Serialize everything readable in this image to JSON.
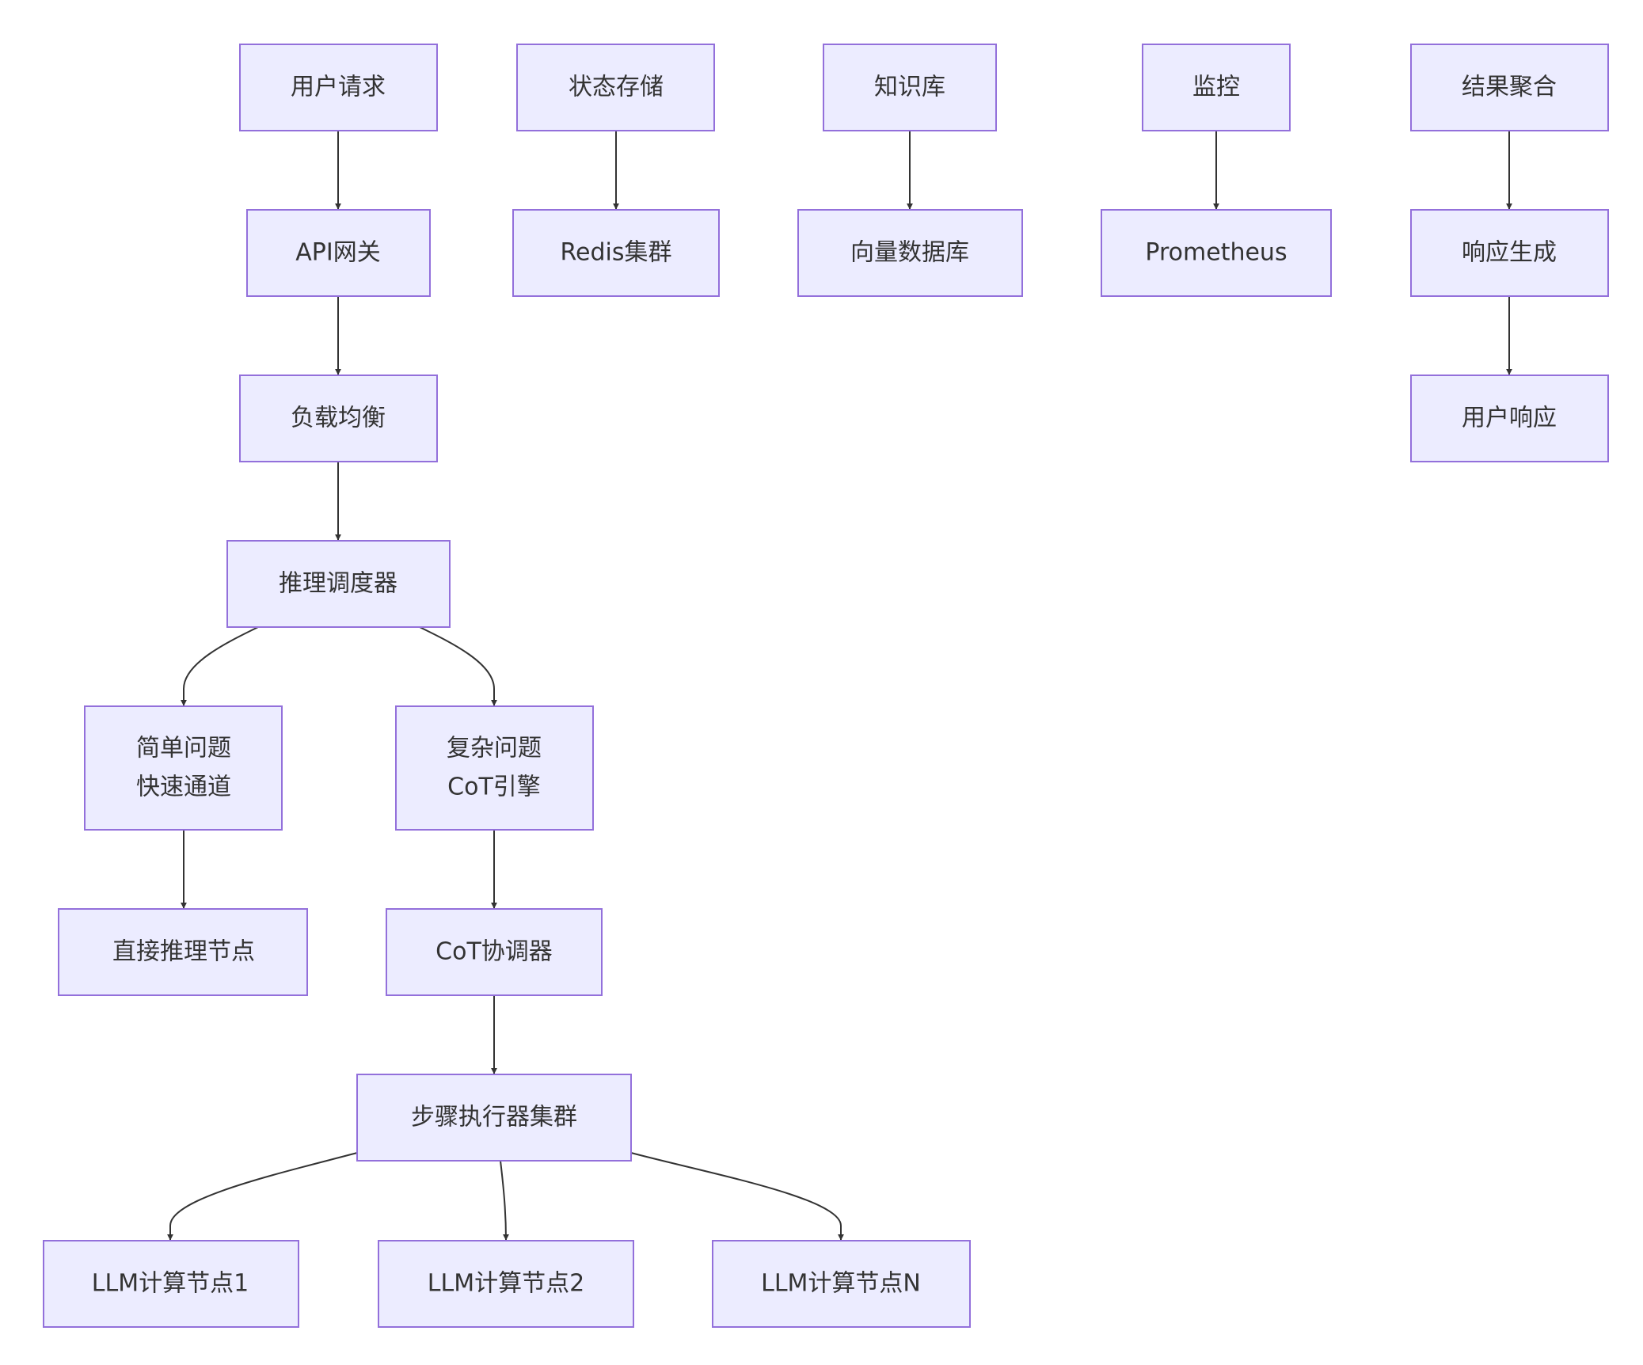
{
  "colors": {
    "node_fill": "#ECECFF",
    "node_stroke": "#9370DB",
    "edge": "#333333",
    "text": "#333333"
  },
  "nodes": {
    "user_request": "用户请求",
    "api_gateway": "API网关",
    "load_balancer": "负载均衡",
    "inference_scheduler": "推理调度器",
    "simple_fast": {
      "line1": "简单问题",
      "line2": "快速通道"
    },
    "complex_cot": {
      "line1": "复杂问题",
      "line2": "CoT引擎"
    },
    "direct_inference": "直接推理节点",
    "cot_coordinator": "CoT协调器",
    "step_executor": "步骤执行器集群",
    "llm_node_1": "LLM计算节点1",
    "llm_node_2": "LLM计算节点2",
    "llm_node_n": "LLM计算节点N",
    "state_storage": "状态存储",
    "redis_cluster": "Redis集群",
    "knowledge_base": "知识库",
    "vector_db": "向量数据库",
    "monitoring": "监控",
    "prometheus": "Prometheus",
    "result_aggregation": "结果聚合",
    "response_generation": "响应生成",
    "user_response": "用户响应"
  },
  "edges": [
    {
      "from": "user_request",
      "to": "api_gateway"
    },
    {
      "from": "api_gateway",
      "to": "load_balancer"
    },
    {
      "from": "load_balancer",
      "to": "inference_scheduler"
    },
    {
      "from": "inference_scheduler",
      "to": "simple_fast"
    },
    {
      "from": "inference_scheduler",
      "to": "complex_cot"
    },
    {
      "from": "simple_fast",
      "to": "direct_inference"
    },
    {
      "from": "complex_cot",
      "to": "cot_coordinator"
    },
    {
      "from": "cot_coordinator",
      "to": "step_executor"
    },
    {
      "from": "step_executor",
      "to": "llm_node_1"
    },
    {
      "from": "step_executor",
      "to": "llm_node_2"
    },
    {
      "from": "step_executor",
      "to": "llm_node_n"
    },
    {
      "from": "state_storage",
      "to": "redis_cluster"
    },
    {
      "from": "knowledge_base",
      "to": "vector_db"
    },
    {
      "from": "monitoring",
      "to": "prometheus"
    },
    {
      "from": "result_aggregation",
      "to": "response_generation"
    },
    {
      "from": "response_generation",
      "to": "user_response"
    }
  ]
}
